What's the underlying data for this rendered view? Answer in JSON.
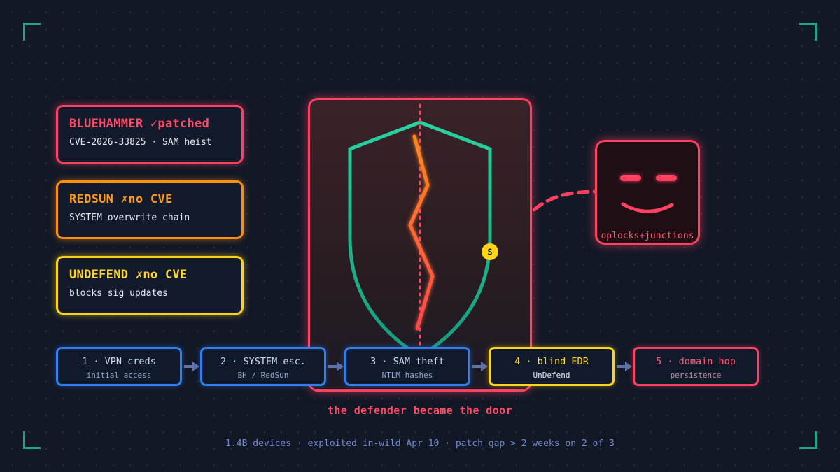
{
  "cards": [
    {
      "title": "BLUEHAMMER ✓patched",
      "subtitle": "CVE-2026-33825 · SAM heist",
      "color": "#ff4161"
    },
    {
      "title": "REDSUN ✗no CVE",
      "subtitle": "SYSTEM overwrite chain",
      "color": "#ff8d12"
    },
    {
      "title": "UNDEFEND ✗no CVE",
      "subtitle": "blocks sig updates",
      "color": "#ffd418"
    }
  ],
  "shield": {
    "badge": "S",
    "icons": [
      "shield-icon",
      "crack-icon"
    ]
  },
  "bot": {
    "caption": "oplocks+junctions",
    "icon": "smiling-face-icon"
  },
  "steps": [
    {
      "label": "1 · VPN creds",
      "sub": "initial access",
      "color": "#2f7ff0"
    },
    {
      "label": "2 · SYSTEM esc.",
      "sub": "BH / RedSun",
      "color": "#2f7ff0"
    },
    {
      "label": "3 · SAM theft",
      "sub": "NTLM hashes",
      "color": "#2f7ff0"
    },
    {
      "label": "4 · blind EDR",
      "sub": "UnDefend",
      "color": "#ffd418"
    },
    {
      "label": "5 · domain hop",
      "sub": "persistence",
      "color": "#ff4161"
    }
  ],
  "caption": "the defender became the door",
  "footer": "1.4B devices · exploited in-wild Apr 10 · patch gap > 2 weeks on 2 of 3",
  "colors": {
    "background": "#121826",
    "red": "#ff4161",
    "orange": "#ff8d12",
    "yellow": "#ffd418",
    "blue": "#2f7ff0",
    "teal": "#1fc79a"
  }
}
